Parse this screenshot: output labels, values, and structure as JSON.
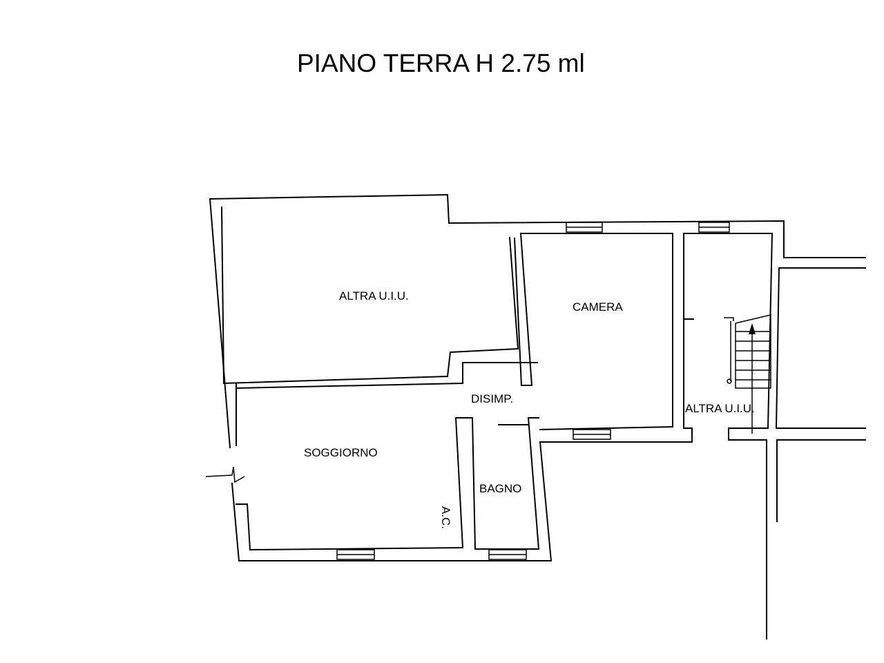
{
  "title": "PIANO TERRA H 2.75 ml",
  "rooms": {
    "altra_uiu_main": "ALTRA U.I.U.",
    "camera": "CAMERA",
    "disimp": "DISIMP.",
    "soggiorno": "SOGGIORNO",
    "bagno": "BAGNO",
    "ac": "A.C.",
    "altra_uiu_stair": "ALTRA U.I.U."
  }
}
